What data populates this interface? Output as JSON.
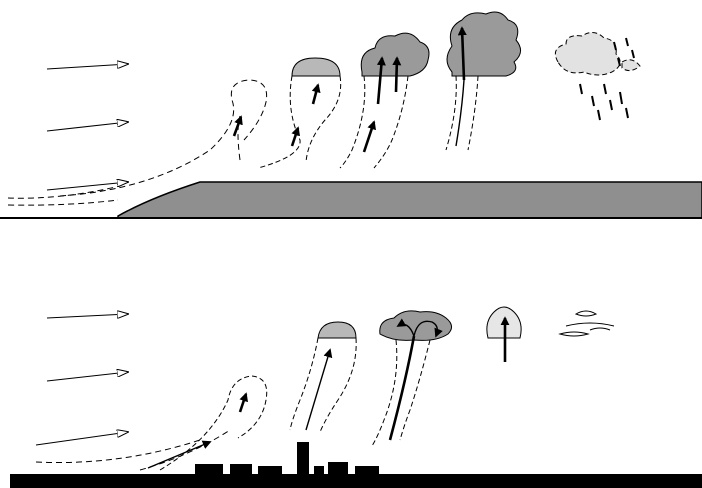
{
  "colors": {
    "background": "#ffffff",
    "ground": "#000000",
    "slope_fill": "#8f8f8f",
    "cloud_dark": "#9a9a9a",
    "cloud_light": "#b8b8b8",
    "cloud_pale": "#e2e2e2"
  },
  "panels": [
    {
      "name": "orographic-lifting-panel",
      "surface": "slope"
    },
    {
      "name": "urban-heat-lifting-panel",
      "surface": "city"
    }
  ]
}
